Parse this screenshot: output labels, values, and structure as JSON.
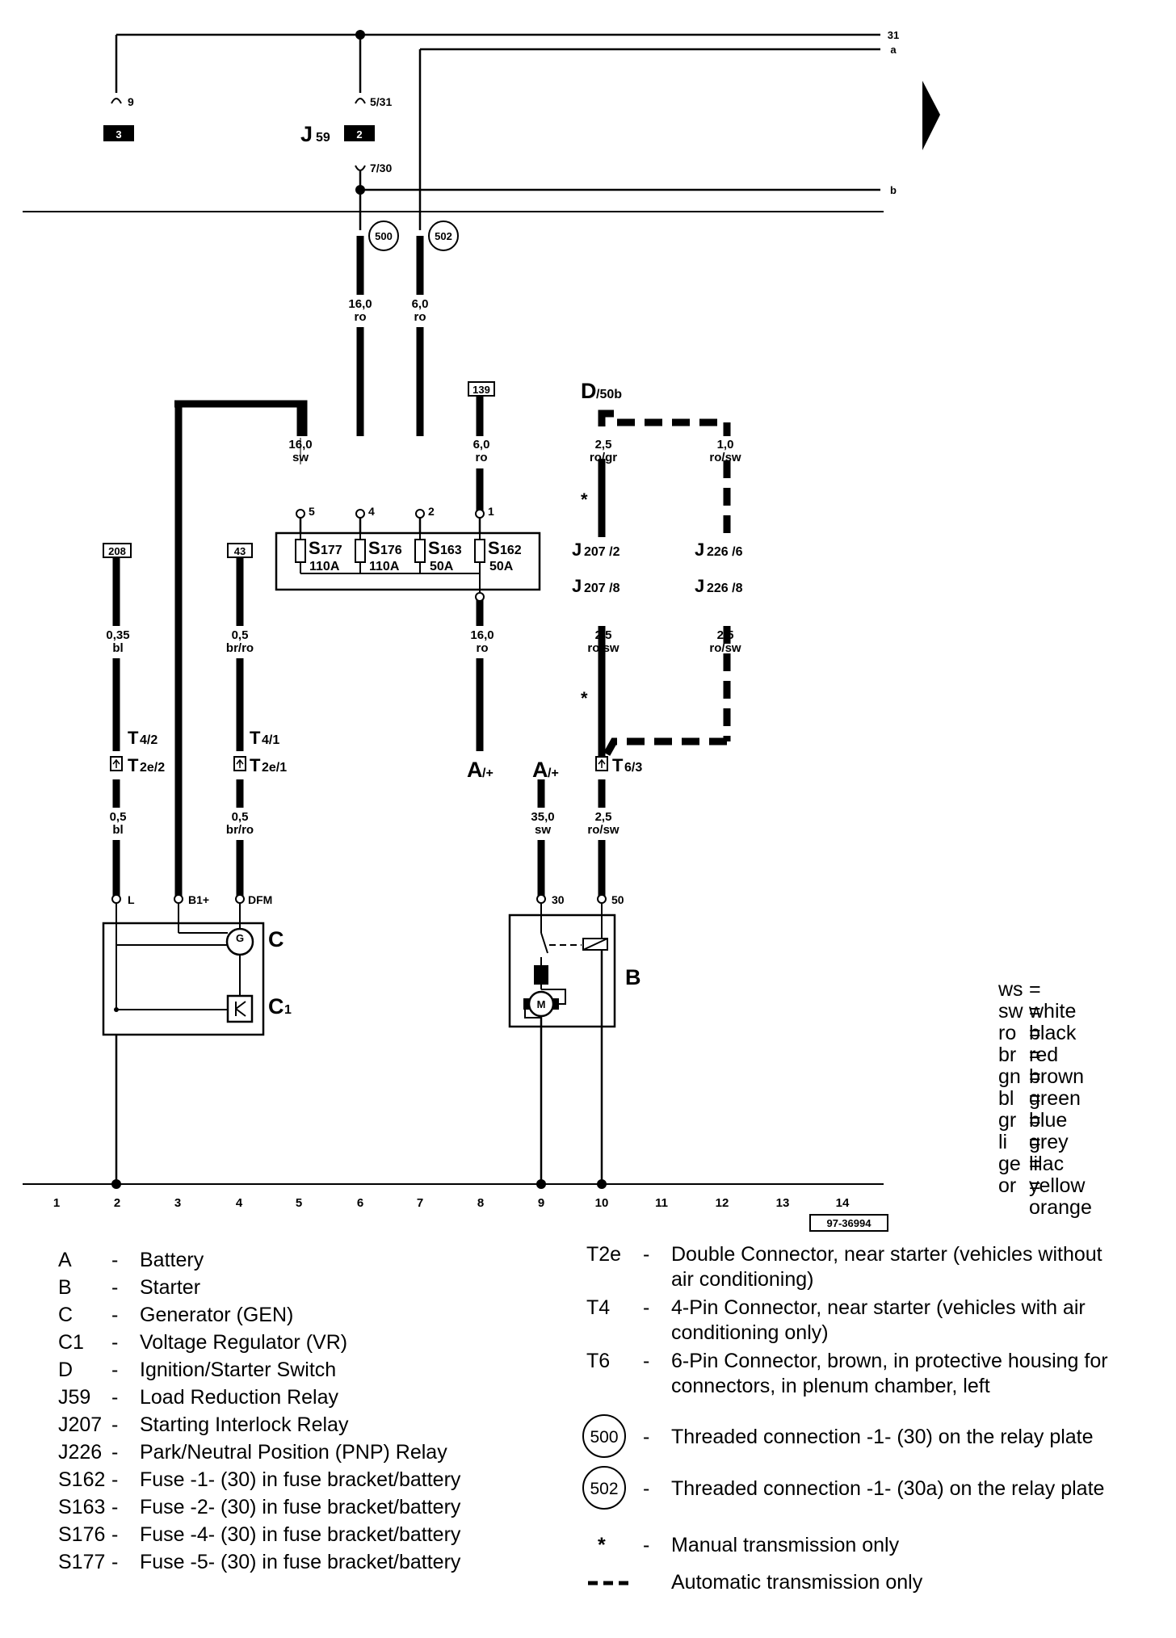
{
  "diagram": {
    "line_labels": {
      "terminal_31": "31",
      "line_a": "a",
      "line_b": "b"
    },
    "relay": {
      "name": "J",
      "sub": "59",
      "pin_9": "9",
      "pin_531": "5/31",
      "pin_730": "7/30",
      "box_3": "3",
      "box_2": "2"
    },
    "circles": {
      "c500": "500",
      "c502": "502"
    },
    "tags": {
      "t139": "139",
      "t208": "208",
      "t43": "43",
      "doc_id": "97-36994"
    },
    "wires": {
      "w1": [
        "16,0",
        "ro"
      ],
      "w2": [
        "6,0",
        "ro"
      ],
      "w3": [
        "16,0",
        "sw"
      ],
      "w4": [
        "6,0",
        "ro"
      ],
      "w5": [
        "2,5",
        "ro/gr"
      ],
      "w6": [
        "1,0",
        "ro/sw"
      ],
      "w7": [
        "0,35",
        "bl"
      ],
      "w8": [
        "0,5",
        "br/ro"
      ],
      "w9": [
        "16,0",
        "ro"
      ],
      "w10": [
        "2,5",
        "ro/sw"
      ],
      "w11": [
        "2,5",
        "ro/sw"
      ],
      "w12": [
        "0,5",
        "bl"
      ],
      "w13": [
        "0,5",
        "br/ro"
      ],
      "w14": [
        "35,0",
        "sw"
      ],
      "w15": [
        "2,5",
        "ro/sw"
      ]
    },
    "fuse_pins": {
      "p5": "5",
      "p4": "4",
      "p2": "2",
      "p1": "1"
    },
    "fuses": [
      {
        "s": "S",
        "n": "177",
        "a": "110A"
      },
      {
        "s": "S",
        "n": "176",
        "a": "110A"
      },
      {
        "s": "S",
        "n": "163",
        "a": "50A"
      },
      {
        "s": "S",
        "n": "162",
        "a": "50A"
      }
    ],
    "switch_label": {
      "main": "D",
      "sub": "/50b"
    },
    "relay_pins": {
      "j207_2": {
        "m": "J",
        "s": "207 /2"
      },
      "j207_8": {
        "m": "J",
        "s": "207 /8"
      },
      "j226_6": {
        "m": "J",
        "s": "226 /6"
      },
      "j226_8": {
        "m": "J",
        "s": "226 /8"
      }
    },
    "asterisk": "*",
    "connectors": {
      "t42": {
        "m": "T",
        "s": "4/2"
      },
      "t41": {
        "m": "T",
        "s": "4/1"
      },
      "t2e2": {
        "m": "T",
        "s": "2e/2"
      },
      "t2e1": {
        "m": "T",
        "s": "2e/1"
      },
      "t63": {
        "m": "T",
        "s": "6/3"
      }
    },
    "battery": {
      "m": "A",
      "s": "/+"
    },
    "gen_pins": {
      "l": "L",
      "b1": "B1+",
      "dfm": "DFM"
    },
    "starter_pins": {
      "p30": "30",
      "p50": "50"
    },
    "components": {
      "c": "C",
      "c1_m": "C",
      "c1_s": "1",
      "b": "B",
      "g": "G",
      "m": "M"
    },
    "ground_numbers": [
      "1",
      "2",
      "3",
      "4",
      "5",
      "6",
      "7",
      "8",
      "9",
      "10",
      "11",
      "12",
      "13",
      "14"
    ]
  },
  "color_codes": [
    {
      "abbr": "ws",
      "name": "= white"
    },
    {
      "abbr": "sw",
      "name": "= black"
    },
    {
      "abbr": "ro",
      "name": "= red"
    },
    {
      "abbr": "br",
      "name": "= brown"
    },
    {
      "abbr": "gn",
      "name": "= green"
    },
    {
      "abbr": "bl",
      "name": "= blue"
    },
    {
      "abbr": "gr",
      "name": "= grey"
    },
    {
      "abbr": "li",
      "name": "= lilac"
    },
    {
      "abbr": "ge",
      "name": "= yellow"
    },
    {
      "abbr": "or",
      "name": "= orange"
    }
  ],
  "legend_left": [
    {
      "code": "A",
      "dash": "-",
      "text": "Battery"
    },
    {
      "code": "B",
      "dash": "-",
      "text": "Starter"
    },
    {
      "code": "C",
      "dash": "-",
      "text": "Generator (GEN)"
    },
    {
      "code": "C1",
      "dash": "-",
      "text": "Voltage Regulator (VR)"
    },
    {
      "code": "D",
      "dash": "-",
      "text": "Ignition/Starter Switch"
    },
    {
      "code": "J59",
      "dash": "-",
      "text": "Load Reduction Relay"
    },
    {
      "code": "J207",
      "dash": "-",
      "text": "Starting Interlock Relay"
    },
    {
      "code": "J226",
      "dash": "-",
      "text": "Park/Neutral Position (PNP) Relay"
    },
    {
      "code": "S162",
      "dash": "-",
      "text": "Fuse -1- (30) in fuse bracket/battery"
    },
    {
      "code": "S163",
      "dash": "-",
      "text": "Fuse -2- (30) in fuse bracket/battery"
    },
    {
      "code": "S176",
      "dash": "-",
      "text": "Fuse -4- (30) in fuse bracket/battery"
    },
    {
      "code": "S177",
      "dash": "-",
      "text": "Fuse -5- (30) in fuse bracket/battery"
    }
  ],
  "legend_right": {
    "t2e": {
      "code": "T2e",
      "dash": "-",
      "text": "Double Connector, near starter (vehicles without air conditioning)"
    },
    "t4": {
      "code": "T4",
      "dash": "-",
      "text": "4-Pin Connector, near starter (vehicles with air conditioning only)"
    },
    "t6": {
      "code": "T6",
      "dash": "-",
      "text": "6-Pin Connector, brown, in protective housing for connectors, in plenum chamber, left"
    },
    "c500": {
      "code": "500",
      "dash": "-",
      "text": "Threaded connection -1- (30) on the relay plate"
    },
    "c502": {
      "code": "502",
      "dash": "-",
      "text": "Threaded connection -1- (30a) on the relay plate"
    },
    "star": {
      "code": "*",
      "dash": "-",
      "text": "Manual transmission only"
    },
    "dashed": {
      "text": "Automatic transmission only"
    }
  }
}
